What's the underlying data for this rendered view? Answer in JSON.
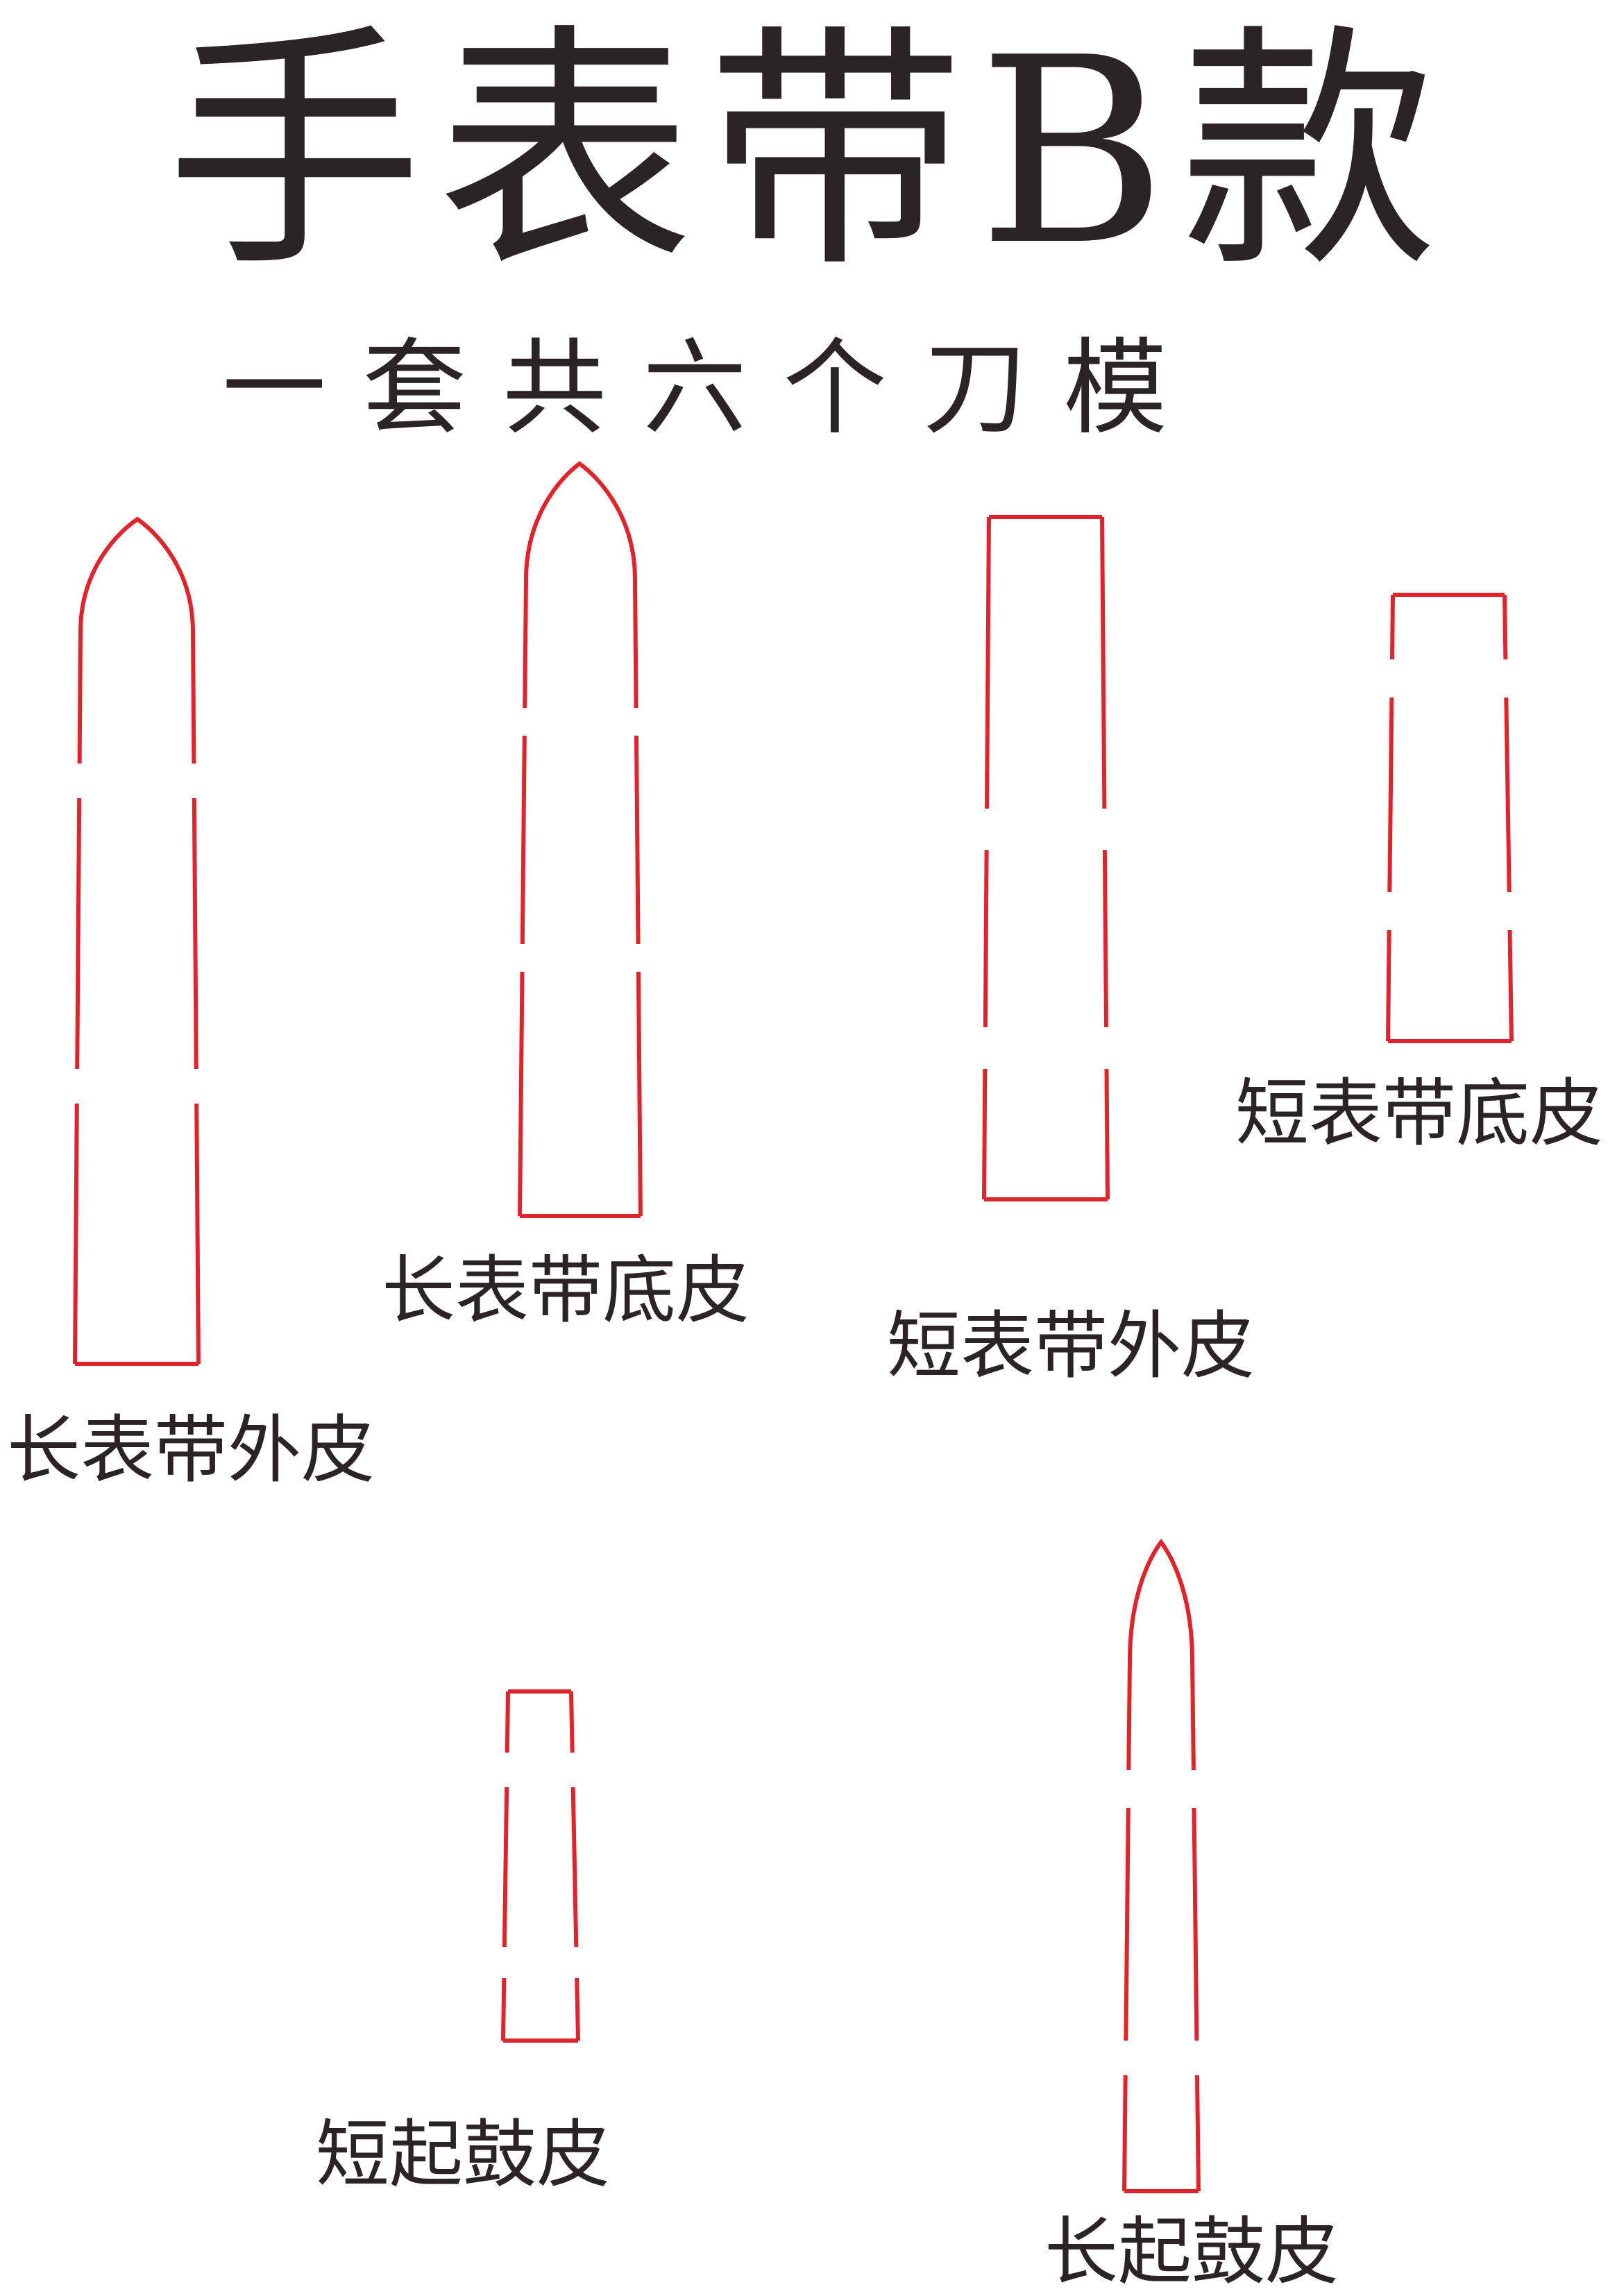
{
  "title": "手表带B款",
  "subtitle": "一套共六个刀模",
  "outline_color": "#e0242c",
  "text_color": "#2b2325",
  "pieces": [
    {
      "id": "long-outer",
      "label": "长表带外皮",
      "shape": "pointed"
    },
    {
      "id": "long-base",
      "label": "长表带底皮",
      "shape": "pointed"
    },
    {
      "id": "short-outer",
      "label": "短表带外皮",
      "shape": "square"
    },
    {
      "id": "short-base",
      "label": "短表带底皮",
      "shape": "square"
    },
    {
      "id": "short-raised",
      "label": "短起鼓皮",
      "shape": "square"
    },
    {
      "id": "long-raised",
      "label": "长起鼓皮",
      "shape": "pointed"
    }
  ]
}
